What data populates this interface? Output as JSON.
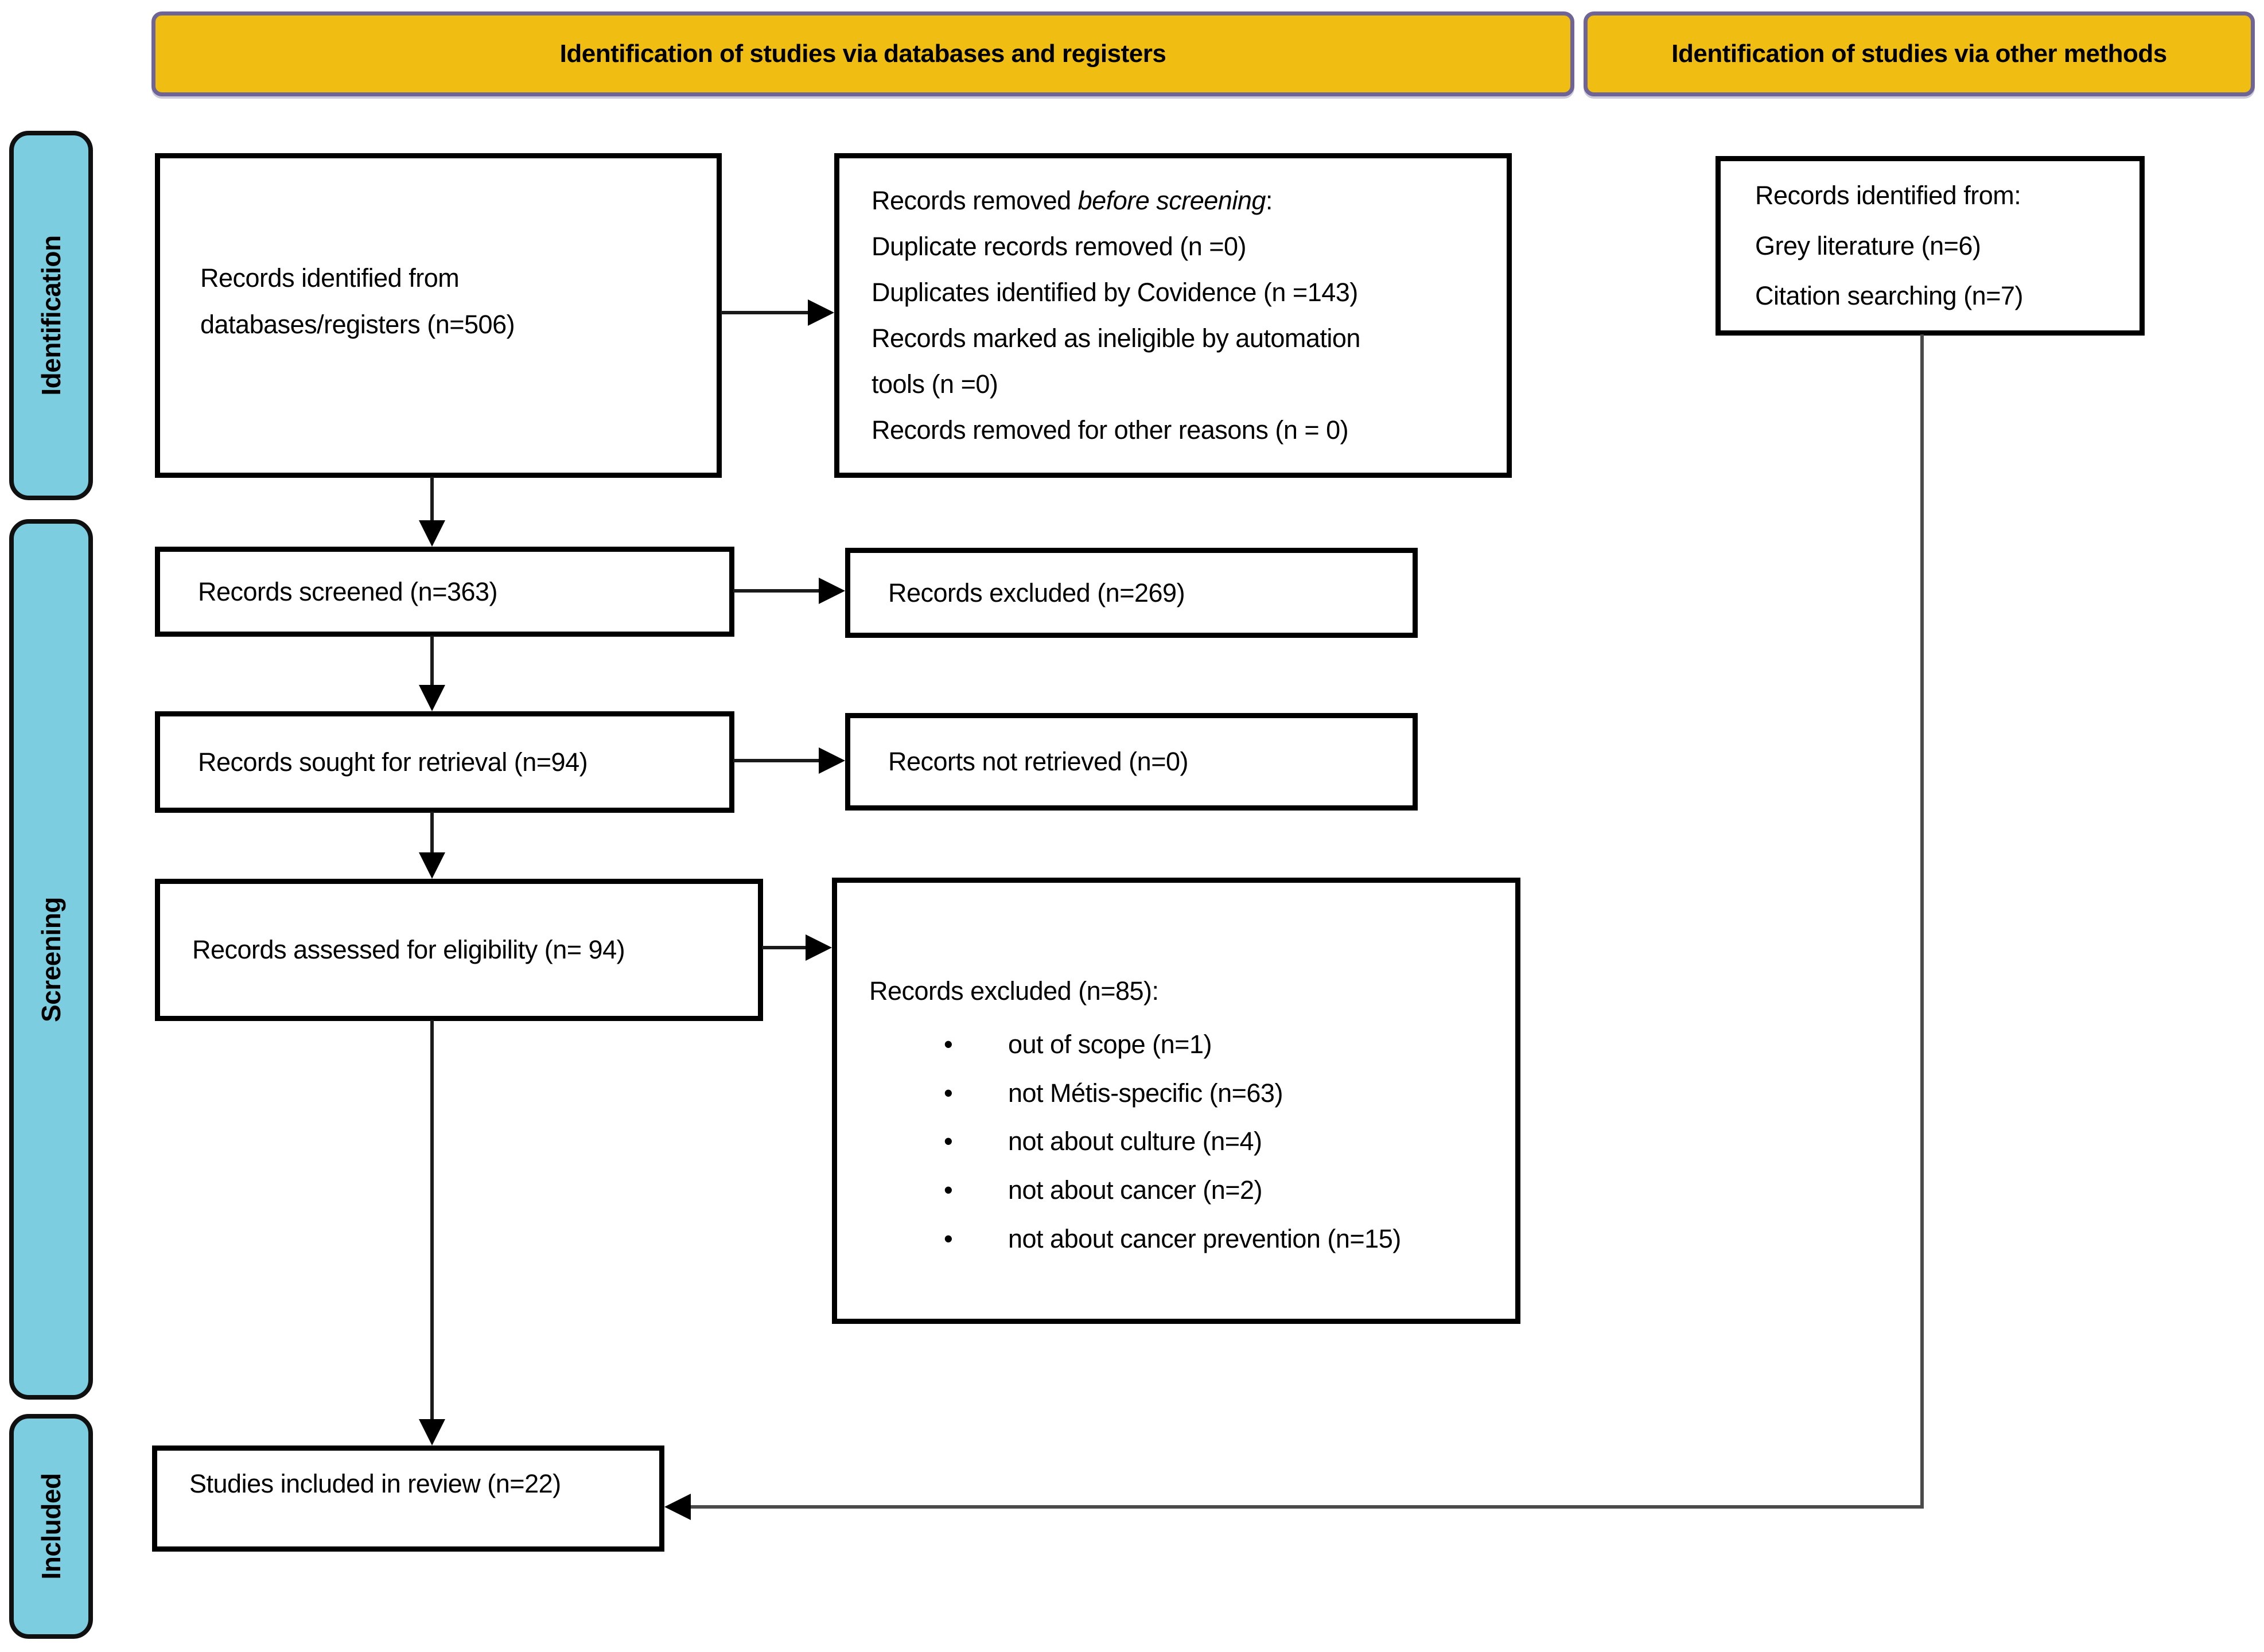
{
  "headers": {
    "left": "Identification of studies via databases and registers",
    "right": "Identification of studies via other methods"
  },
  "stages": {
    "identification": "Identification",
    "screening": "Screening",
    "included": "Included"
  },
  "boxes": {
    "identified": {
      "line1": "Records identified from",
      "line2": "databases/registers (n=506)"
    },
    "removed": {
      "intro_prefix": "Records removed ",
      "intro_italic": "before screening",
      "intro_suffix": ":",
      "items": [
        "Duplicate records removed (n =0)",
        "Duplicates identified by Covidence (n =143)",
        "Records marked as ineligible by automation",
        "tools (n =0)",
        "Records removed for other reasons (n = 0)"
      ]
    },
    "other_methods": {
      "line1": "Records identified from:",
      "line2": "Grey literature (n=6)",
      "line3": "Citation searching (n=7)"
    },
    "screened": "Records screened (n=363)",
    "excluded": "Records excluded (n=269)",
    "sought": "Records sought for retrieval (n=94)",
    "not_retrieved": "Recorts not retrieved (n=0)",
    "assessed": "Records assessed for eligibility (n= 94)",
    "excluded_detail": {
      "title": "Records excluded (n=85):",
      "bullets": [
        "out of scope (n=1)",
        "not Métis-specific (n=63)",
        "not about culture (n=4)",
        "not about cancer (n=2)",
        "not about cancer prevention (n=15)"
      ]
    },
    "included_box": "Studies included in review (n=22)"
  },
  "glyphs": {
    "bullet": "•"
  },
  "colors": {
    "header_fill": "#F0BE12",
    "header_border": "#6F6496",
    "stage_fill": "#7CCDE0",
    "box_border": "#000000",
    "connector_black": "#1a1a1a",
    "connector_gray": "#4a4a4a",
    "text": "#000000"
  }
}
